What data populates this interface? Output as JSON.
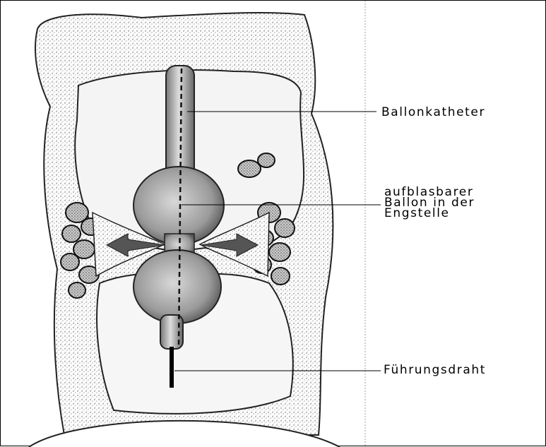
{
  "diagram": {
    "labels": {
      "catheter": "Ballonkatheter",
      "balloon_lines": [
        "aufblasbarer",
        "Ballon in der",
        "Engstelle"
      ],
      "guidewire": "Führungsdraht"
    }
  }
}
